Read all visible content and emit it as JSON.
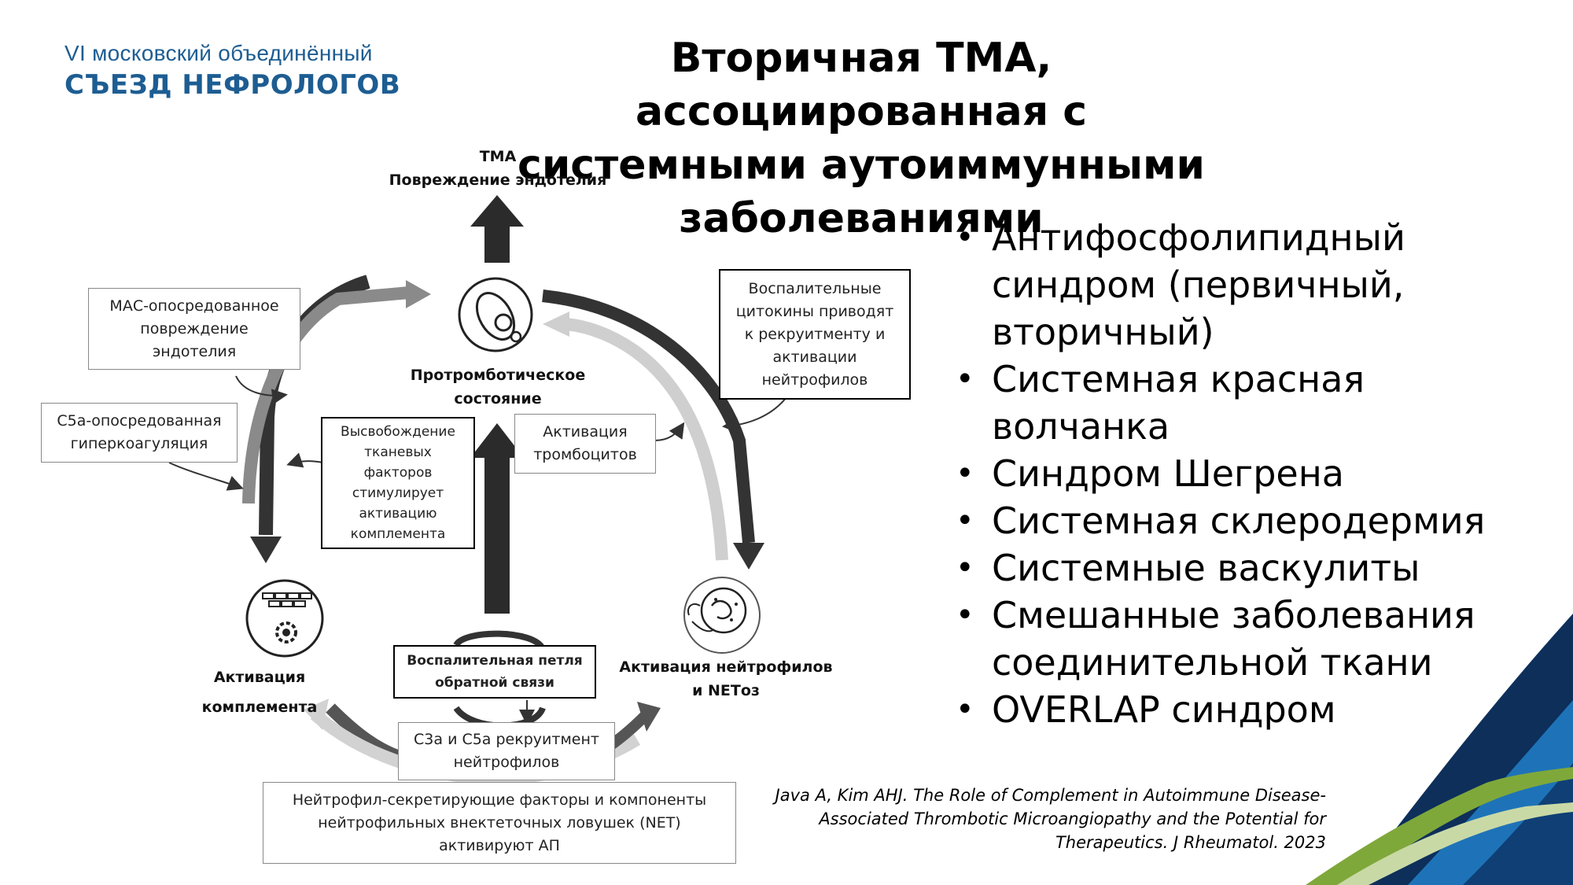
{
  "logo": {
    "line1": "VI московский объединённый",
    "line2": "СЪЕЗД НЕФРОЛОГОВ"
  },
  "title": [
    "Вторичная ТМА, ассоциированная с",
    "системными аутоиммунными",
    "заболеваниями"
  ],
  "bullets": [
    [
      "Антифосфолипидный",
      "синдром (первичный,",
      "вторичный)"
    ],
    [
      "Системная красная",
      "волчанка"
    ],
    [
      "Синдром Шегрена"
    ],
    [
      "Системная склеродермия"
    ],
    [
      "Системные васкулиты"
    ],
    [
      "Смешанные заболевания",
      "соединительной ткани"
    ],
    [
      "OVERLAP синдром"
    ]
  ],
  "citation": [
    "Java A, Kim AHJ. The Role of Complement in Autoimmune Disease-",
    "Associated Thrombotic Microangiopathy and the Potential for",
    "Therapeutics. J Rheumatol. 2023"
  ],
  "diagram": {
    "tma_label": [
      "ТМА",
      "Повреждение эндотелия"
    ],
    "prothrombotic_label": [
      "Протромботическое",
      "состояние"
    ],
    "complement_label": [
      "Активация",
      "комплемента"
    ],
    "neutrophil_label": [
      "Активация нейтрофилов",
      "и NETоз"
    ],
    "mac_box": [
      "МАС-опосредованное",
      "повреждение",
      "эндотелия"
    ],
    "c5a_box": [
      "С5а-опосредованная",
      "гиперкоагуляция"
    ],
    "tissue_box": [
      "Высвобождение",
      "тканевых",
      "факторов",
      "стимулирует",
      "активацию",
      "комплемента"
    ],
    "platelet_box": [
      "Активация",
      "тромбоцитов"
    ],
    "cytokine_box": [
      "Воспалительные",
      "цитокины приводят",
      "к рекруитменту и",
      "активации",
      "нейтрофилов"
    ],
    "feedback_box": [
      "Воспалительная петля",
      "обратной связи"
    ],
    "c3a_box": [
      "С3а и С5а рекруитмент",
      "нейтрофилов"
    ],
    "net_box": [
      "Нейтрофил-секретирующие факторы и компоненты",
      "нейтрофильных внектеточных ловушек (NET)",
      "активируют  АП"
    ]
  },
  "colors": {
    "logo_blue": "#1d5d92",
    "dark_arrow": "#333333",
    "mid_arrow": "#888888",
    "light_arrow": "#cfcfcf",
    "corner_navy": "#0d2f5a",
    "corner_blue": "#1e73b8",
    "corner_green": "#7fa83a"
  }
}
